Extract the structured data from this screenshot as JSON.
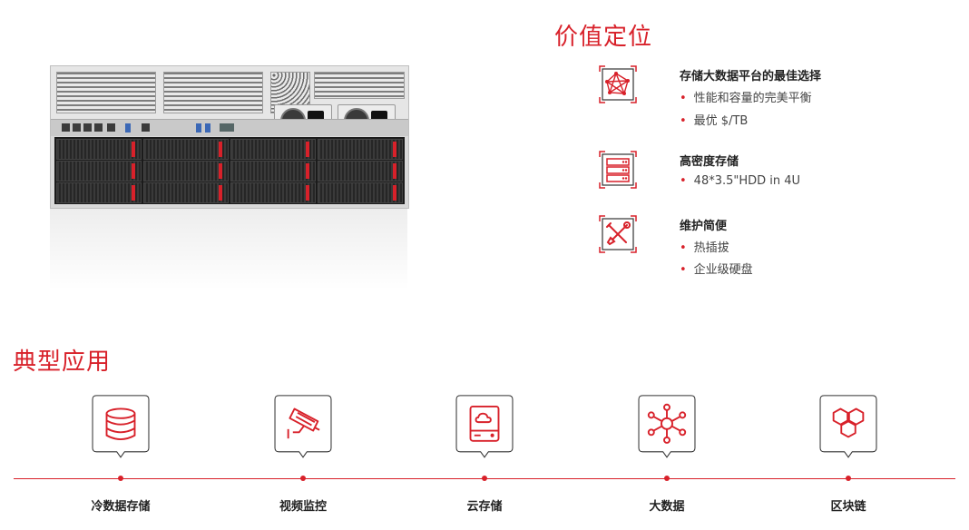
{
  "value_section": {
    "heading": "价值定位",
    "features": [
      {
        "icon": "network-icon",
        "title": "存储大数据平台的最佳选择",
        "items": [
          "性能和容量的完美平衡",
          "最优 $/TB"
        ]
      },
      {
        "icon": "server-rack-icon",
        "title": "高密度存储",
        "items": [
          "48*3.5\"HDD in 4U"
        ]
      },
      {
        "icon": "tools-icon",
        "title": "维护简便",
        "items": [
          "热插拔",
          "企业级硬盘"
        ]
      }
    ]
  },
  "apps_section": {
    "heading": "典型应用",
    "apps": [
      {
        "icon": "database-icon",
        "label": "冷数据存储"
      },
      {
        "icon": "cctv-camera-icon",
        "label": "视频监控"
      },
      {
        "icon": "cloud-storage-icon",
        "label": "云存储"
      },
      {
        "icon": "big-data-hub-icon",
        "label": "大数据"
      },
      {
        "icon": "blockchain-icon",
        "label": "区块链"
      }
    ]
  },
  "colors": {
    "accent": "#d8212a",
    "icon_border": "#333333"
  }
}
